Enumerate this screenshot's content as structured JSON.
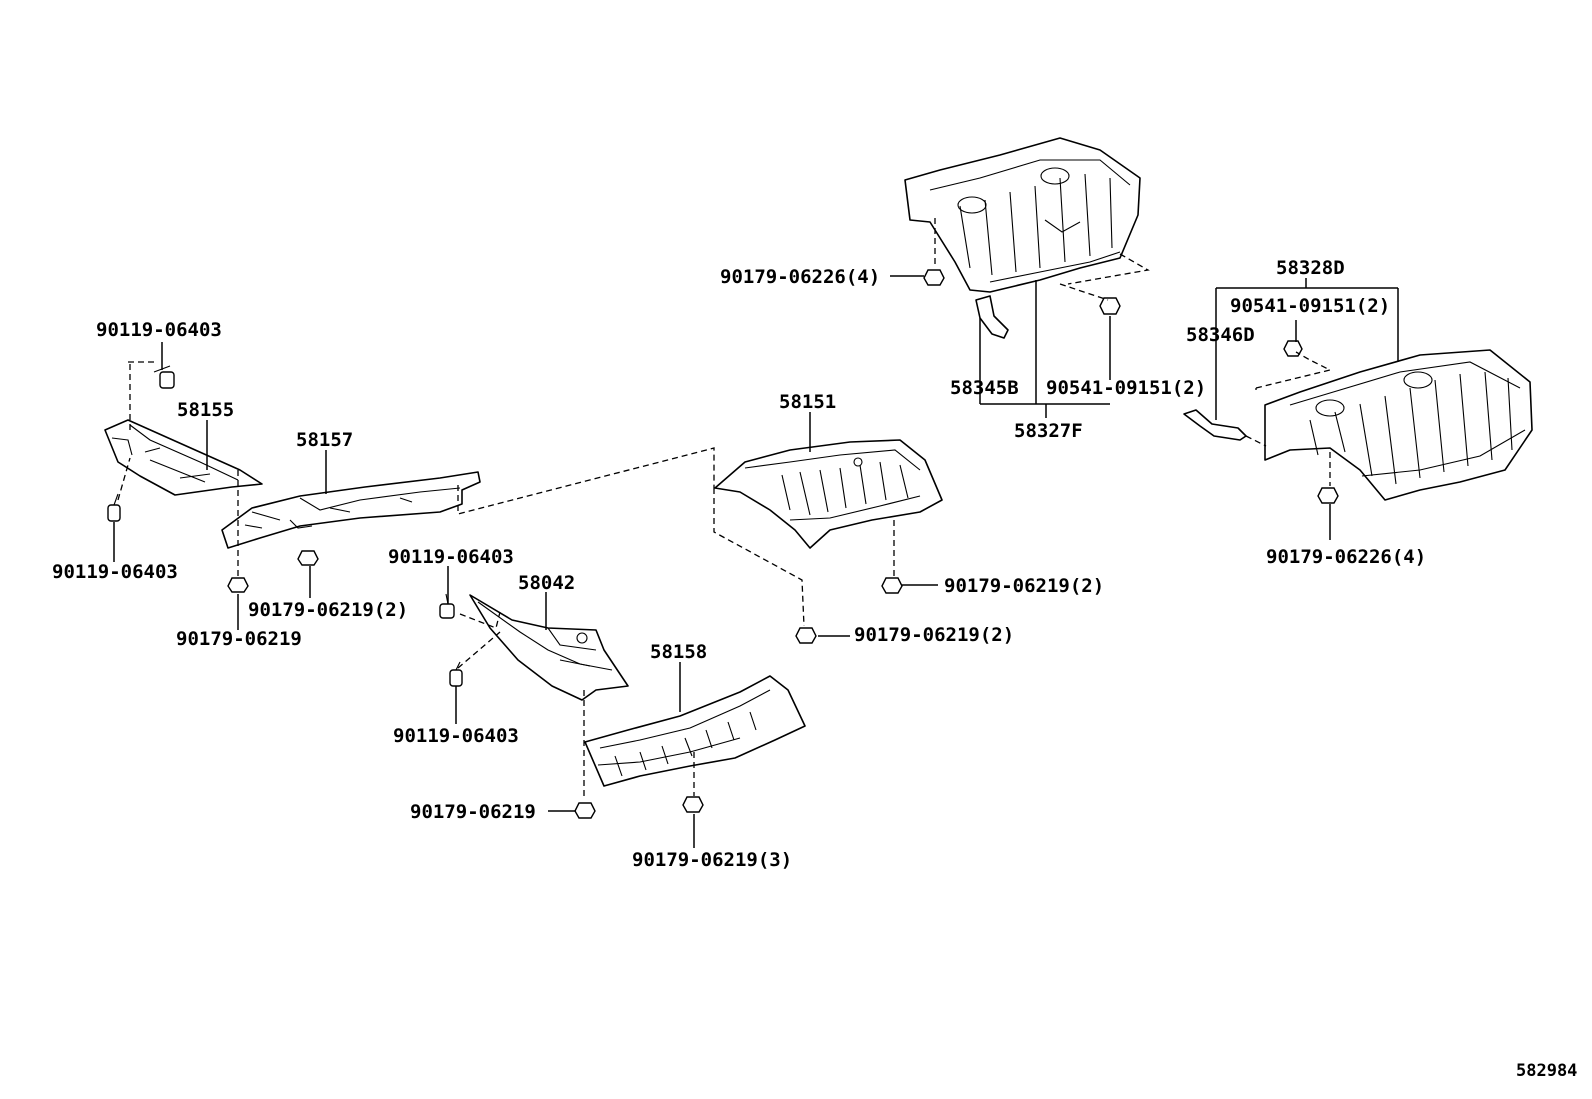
{
  "labels": {
    "b_90119_06403_top": "90119-06403",
    "p_58155": "58155",
    "b_90119_06403_left": "90119-06403",
    "p_58157": "58157",
    "n_90179_06219_2_left": "90179-06219(2)",
    "n_90179_06219_left": "90179-06219",
    "b_90119_06403_mid": "90119-06403",
    "p_58042": "58042",
    "b_90119_06403_low": "90119-06403",
    "p_58158": "58158",
    "n_90179_06219_mid": "90179-06219",
    "n_90179_06219_3": "90179-06219(3)",
    "p_58151": "58151",
    "n_90179_06219_2_right": "90179-06219(2)",
    "n_90179_06219_2_low": "90179-06219(2)",
    "n_90179_06226_4_top": "90179-06226(4)",
    "p_58345B": "58345B",
    "n_90541_09151_2_mid": "90541-09151(2)",
    "p_58327F": "58327F",
    "p_58328D": "58328D",
    "n_90541_09151_2_right": "90541-09151(2)",
    "p_58346D": "58346D",
    "n_90179_06226_4_bottom": "90179-06226(4)"
  },
  "figure_ref": "582984"
}
